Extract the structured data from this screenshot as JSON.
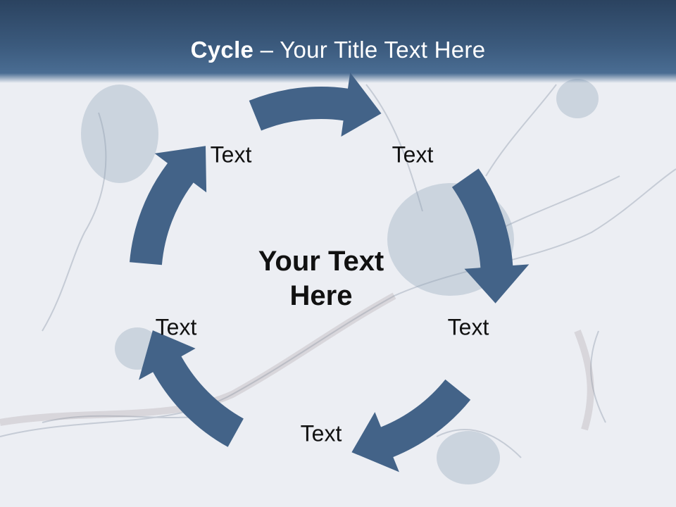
{
  "slide": {
    "title_bold": "Cycle",
    "title_rest": " – Your Title Text Here",
    "center_text_line1": "Your Text",
    "center_text_line2": "Here",
    "labels": [
      "Text",
      "Text",
      "Text",
      "Text",
      "Text"
    ],
    "arrow_color": "#436388",
    "title_bar_color": "#34506f"
  }
}
